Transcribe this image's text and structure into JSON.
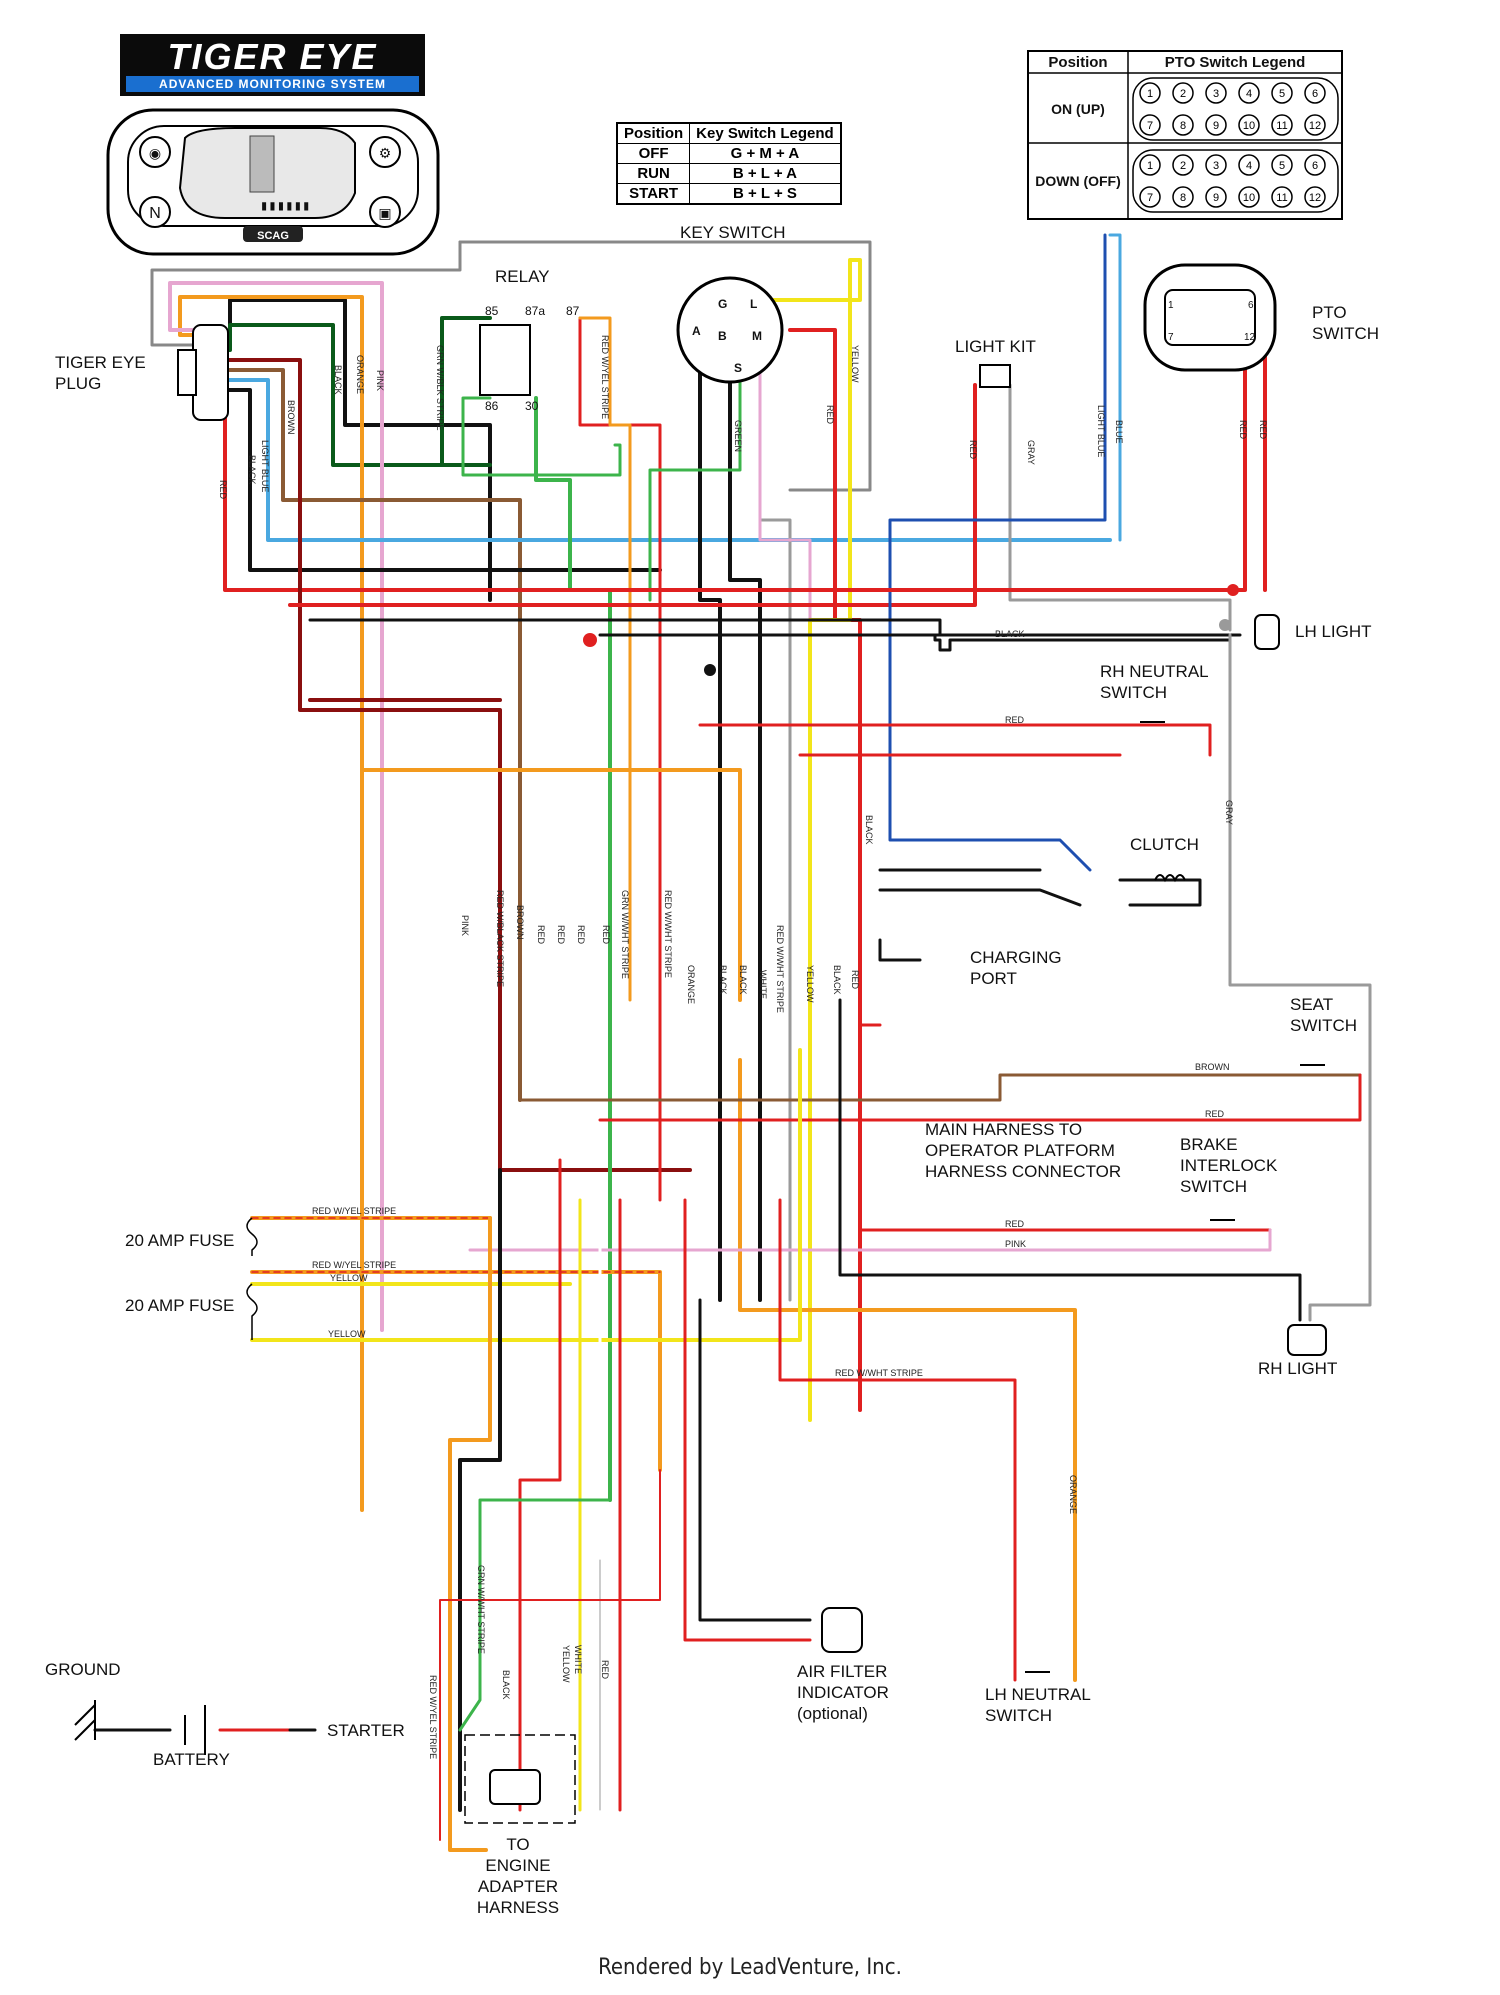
{
  "logo": {
    "name": "TIGER EYE",
    "subtitle": "ADVANCED MONITORING SYSTEM",
    "display_badge": "SCAG"
  },
  "key_switch_legend": {
    "headers": [
      "Position",
      "Key Switch Legend"
    ],
    "rows": [
      [
        "OFF",
        "G + M + A"
      ],
      [
        "RUN",
        "B + L + A"
      ],
      [
        "START",
        "B + L + S"
      ]
    ]
  },
  "pto_switch_legend": {
    "headers": [
      "Position",
      "PTO Switch Legend"
    ],
    "rows": [
      {
        "position": "ON (UP)",
        "top": [
          "1",
          "2",
          "3",
          "4",
          "5",
          "6"
        ],
        "bottom": [
          "7",
          "8",
          "9",
          "10",
          "11",
          "12"
        ]
      },
      {
        "position": "DOWN (OFF)",
        "top": [
          "1",
          "2",
          "3",
          "4",
          "5",
          "6"
        ],
        "bottom": [
          "7",
          "8",
          "9",
          "10",
          "11",
          "12"
        ]
      }
    ]
  },
  "components": {
    "tiger_eye_plug": "TIGER EYE\nPLUG",
    "relay": "RELAY",
    "relay_pins": [
      "85",
      "87a",
      "87",
      "86",
      "30"
    ],
    "key_switch": "KEY SWITCH",
    "key_switch_terminals": [
      "A",
      "G",
      "L",
      "B",
      "M",
      "S"
    ],
    "light_kit": "LIGHT KIT",
    "pto_switch": "PTO\nSWITCH",
    "pto_pins": [
      "1",
      "6",
      "7",
      "12"
    ],
    "lh_light": "LH LIGHT",
    "rh_neutral_switch": "RH NEUTRAL\nSWITCH",
    "clutch": "CLUTCH",
    "charging_port": "CHARGING\nPORT",
    "seat_switch": "SEAT\nSWITCH",
    "main_harness": "MAIN HARNESS TO\nOPERATOR PLATFORM\nHARNESS CONNECTOR",
    "brake_interlock": "BRAKE\nINTERLOCK\nSWITCH",
    "rh_light": "RH LIGHT",
    "fuse_1": "20 AMP FUSE",
    "fuse_2": "20 AMP FUSE",
    "air_filter": "AIR FILTER\nINDICATOR\n(optional)",
    "lh_neutral_switch": "LH NEUTRAL\nSWITCH",
    "ground": "GROUND",
    "battery": "BATTERY",
    "starter": "STARTER",
    "engine_adapter": "TO\nENGINE\nADAPTER\nHARNESS"
  },
  "wire_labels": {
    "brown": "BROWN",
    "black": "BLACK",
    "orange": "ORANGE",
    "pink": "PINK",
    "light_blue": "LIGHT BLUE",
    "red": "RED",
    "grn_blk": "GRN W/BLK STRIPE",
    "red_yel": "RED W/YEL STRIPE",
    "green": "GREEN",
    "yellow": "YELLOW",
    "gray": "GRAY",
    "blue": "BLUE",
    "red_blk": "RED W/BLACK STRIPE",
    "grn_wht": "GRN W/WHT STRIPE",
    "red_wht": "RED W/WHT STRIPE",
    "white": "WHITE"
  },
  "colors": {
    "red": "#e02020",
    "black": "#111111",
    "orange": "#f39a1e",
    "pink": "#e6a6d0",
    "light_blue": "#4aa8e0",
    "blue": "#1e4fb0",
    "green": "#3cb44b",
    "dark_green": "#0a5a1a",
    "yellow": "#f2e51a",
    "gray": "#9a9a9a",
    "brown": "#8a5a34",
    "dark_red": "#8a0f0f"
  },
  "footer": "Rendered by LeadVenture, Inc."
}
